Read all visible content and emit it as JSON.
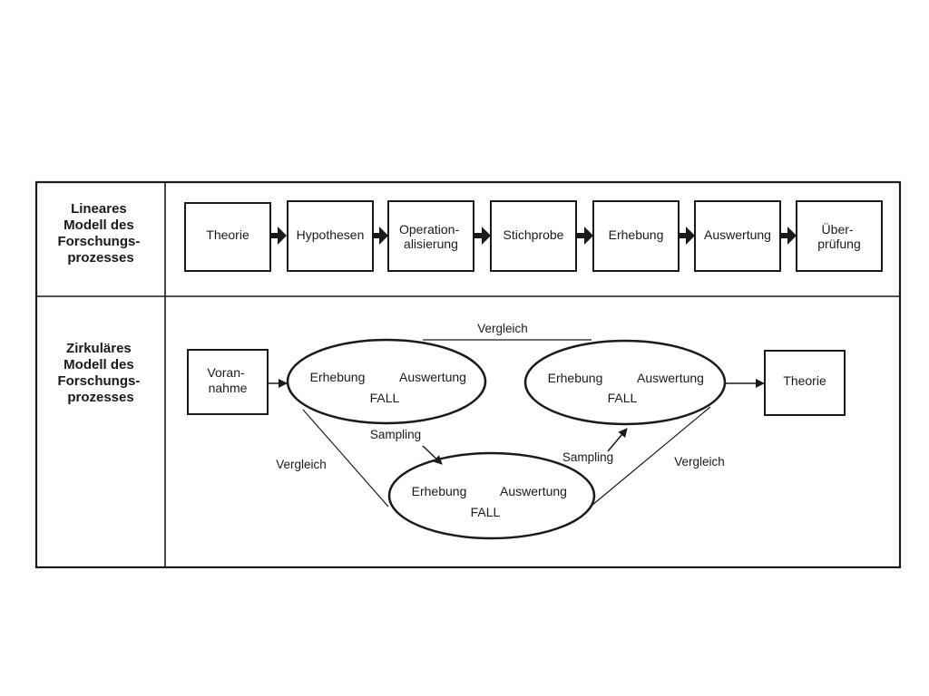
{
  "linear": {
    "label": [
      "Lineares",
      "Modell des",
      "Forschungs-",
      "prozesses"
    ],
    "steps": [
      [
        "Theorie"
      ],
      [
        "Hypothesen"
      ],
      [
        "Operation-",
        "alisierung"
      ],
      [
        "Stichprobe"
      ],
      [
        "Erhebung"
      ],
      [
        "Auswertung"
      ],
      [
        "Über-",
        "prüfung"
      ]
    ]
  },
  "circular": {
    "label": [
      "Zirkuläres",
      "Modell des",
      "Forschungs-",
      "prozesses"
    ],
    "start_box": [
      "Voran-",
      "nahme"
    ],
    "end_box": [
      "Theorie"
    ],
    "case": {
      "left": "Erhebung",
      "right": "Auswertung",
      "center": "FALL"
    },
    "sampling": "Sampling",
    "vergleich": "Vergleich"
  }
}
